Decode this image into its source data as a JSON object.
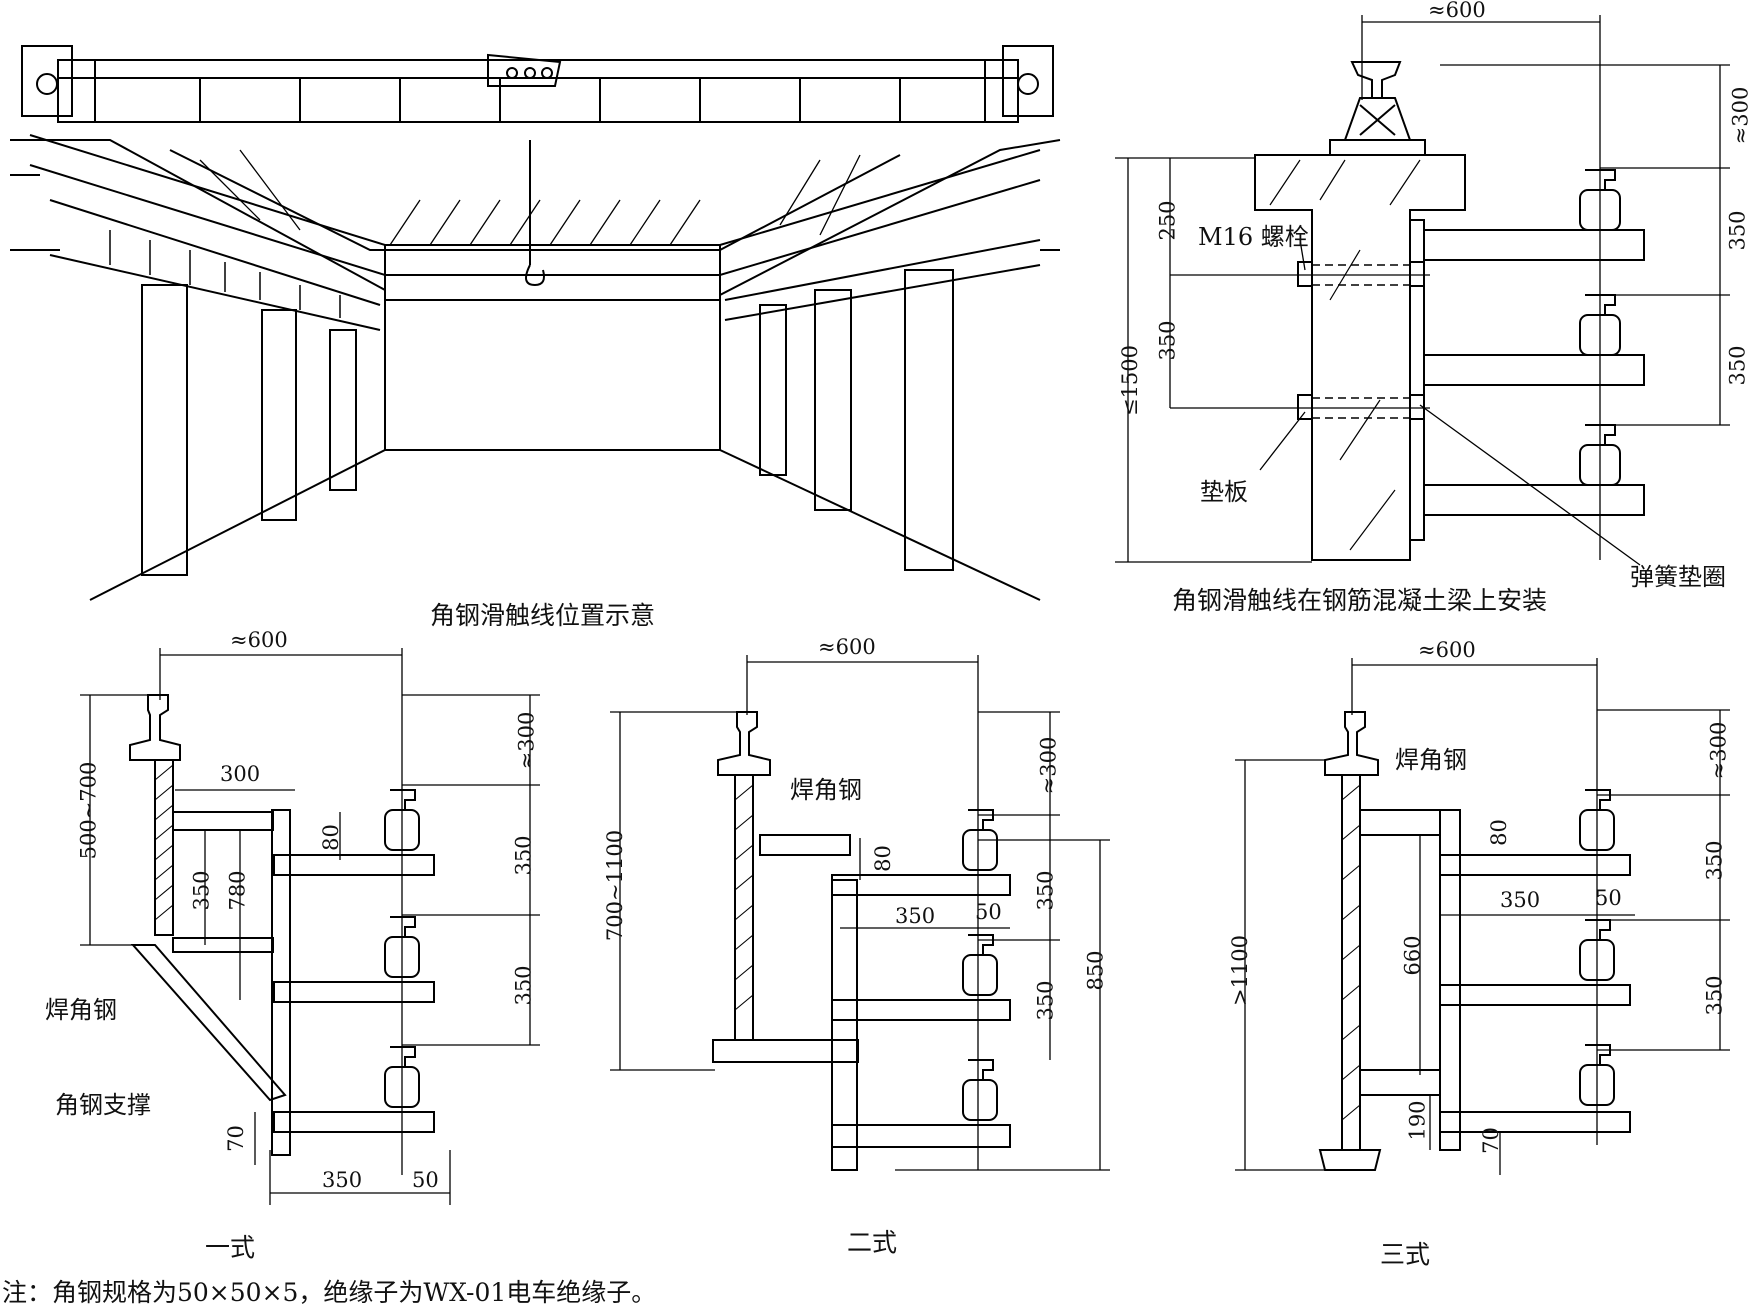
{
  "captions": {
    "overview": "角钢滑触线位置示意",
    "concrete_beam": "角钢滑触线在钢筋混凝土梁上安装",
    "type1": "一式",
    "type2": "二式",
    "type3": "三式"
  },
  "note": "注：角钢规格为50×50×5，绝缘子为WX-01电车绝缘子。",
  "labels": {
    "m16_bolt": "M16 螺栓",
    "shim_plate": "垫板",
    "spring_washer": "弹簧垫圈",
    "weld_angle_1": "焊角钢",
    "angle_brace": "角钢支撑",
    "weld_angle_2": "焊角钢",
    "weld_angle_3": "焊角钢"
  },
  "dims": {
    "beam_600": "≈600",
    "beam_300": "≈300",
    "beam_350a": "350",
    "beam_350b": "350",
    "beam_250": "250",
    "beam_350c": "350",
    "beam_1500": "≤1500",
    "t1_600": "≈600",
    "t1_300": "300",
    "t1_300v": "≈300",
    "t1_350a": "350",
    "t1_350b": "350",
    "t1_500_700": "500~700",
    "t1_80": "80",
    "t1_350v": "350",
    "t1_780": "780",
    "t1_70": "70",
    "t1_350h": "350",
    "t1_50": "50",
    "t2_600": "≈600",
    "t2_300v": "≈300",
    "t2_80": "80",
    "t2_350a": "350",
    "t2_350h": "350",
    "t2_50": "50",
    "t2_350b": "350",
    "t2_850": "850",
    "t2_700_1100": "700~1100",
    "t3_600": "≈600",
    "t3_300v": "≈300",
    "t3_80": "80",
    "t3_350a": "350",
    "t3_350h": "350",
    "t3_50": "50",
    "t3_660": "660",
    "t3_350b": "350",
    "t3_1100": ">1100",
    "t3_190": "190",
    "t3_70": "70"
  }
}
